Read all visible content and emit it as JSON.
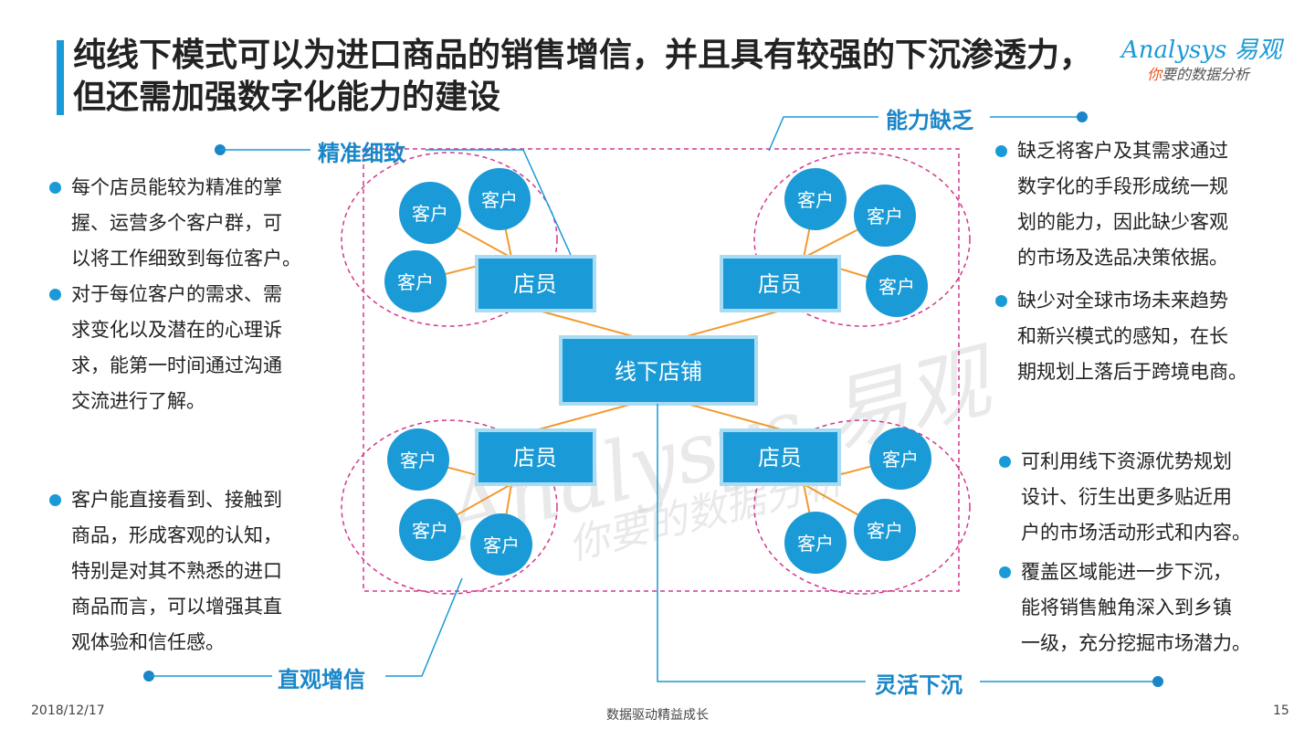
{
  "title": "纯线下模式可以为进口商品的销售增信，并且具有较强的下沉渗透力，但还需加强数字化能力的建设",
  "logo": {
    "brand": "Analysys 易观",
    "tagline_highlight": "你",
    "tagline_rest": "要的数据分析"
  },
  "watermark": {
    "brand": "Analysys 易观",
    "tagline": "你要的数据分析"
  },
  "diagram": {
    "center": "线下店铺",
    "clerk": "店员",
    "customer": "客户"
  },
  "sections": {
    "top_left": {
      "heading": "精准细致",
      "bullets": [
        [
          "每个店员能较为精准的掌",
          "握、运营多个客户群，可",
          "以将工作细致到每位客户。"
        ],
        [
          "对于每位客户的需求、需",
          "求变化以及潜在的心理诉",
          "求，能第一时间通过沟通",
          "交流进行了解。"
        ]
      ]
    },
    "bottom_left": {
      "heading": "直观增信",
      "bullets": [
        [
          "客户能直接看到、接触到",
          "商品，形成客观的认知，",
          "特别是对其不熟悉的进口",
          "商品而言，可以增强其直",
          "观体验和信任感。"
        ]
      ]
    },
    "top_right": {
      "heading": "能力缺乏",
      "bullets": [
        [
          "缺乏将客户及其需求通过",
          "数字化的手段形成统一规",
          "划的能力，因此缺少客观",
          "的市场及选品决策依据。"
        ],
        [
          "缺少对全球市场未来趋势",
          "和新兴模式的感知，在长",
          "期规划上落后于跨境电商。"
        ]
      ]
    },
    "bottom_right": {
      "heading": "灵活下沉",
      "bullets": [
        [
          "可利用线下资源优势规划",
          "设计、衍生出更多贴近用",
          "户的市场活动形式和内容。"
        ],
        [
          "覆盖区域能进一步下沉，",
          "能将销售触角深入到乡镇",
          "一级，充分挖掘市场潜力。"
        ]
      ]
    }
  },
  "footer": {
    "date": "2018/12/17",
    "center": "数据驱动精益成长",
    "page": "15"
  },
  "colors": {
    "accent": "#1a9ad6",
    "heading": "#1a86c8",
    "link": "#f29a2e",
    "ellipse": "#d2388f"
  }
}
